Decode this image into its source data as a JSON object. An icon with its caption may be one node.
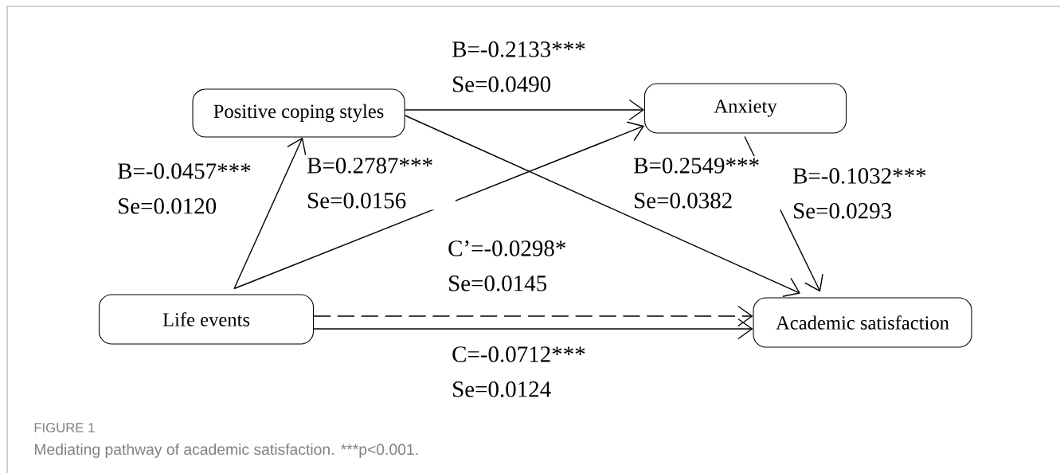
{
  "diagram": {
    "title": "FIGURE 1",
    "caption": "Mediating pathway of academic satisfaction. ***p<0.001.",
    "nodes": [
      {
        "text": [
          "Positive coping styles"
        ]
      },
      {
        "text": [
          "Anxiety"
        ]
      },
      {
        "text": [
          "Life events"
        ]
      },
      {
        "text": [
          "Academic satisfaction"
        ]
      }
    ],
    "edges": [
      {
        "from": 0,
        "to": 1,
        "arrow": "to",
        "label": "B=-0.2133*** Se=0.0490"
      },
      {
        "from": 2,
        "to": 0,
        "arrow": "to",
        "label": "B=-0.0457*** Se=0.0120"
      },
      {
        "from": 2,
        "to": 1,
        "arrow": "to",
        "label": "B=0.2787*** Se=0.0156"
      },
      {
        "from": 0,
        "to": 3,
        "arrow": "to",
        "label": "B=0.2549*** Se=0.0382"
      },
      {
        "from": 1,
        "to": 3,
        "arrow": "to",
        "label": "B=-0.1032*** Se=0.0293"
      },
      {
        "from": 2,
        "to": 3,
        "arrow": "to",
        "style": "dashed",
        "label": "C’=-0.0298* Se=0.0145"
      },
      {
        "from": 2,
        "to": 3,
        "arrow": "to",
        "label": "C=-0.0712*** Se=0.0124"
      }
    ]
  }
}
